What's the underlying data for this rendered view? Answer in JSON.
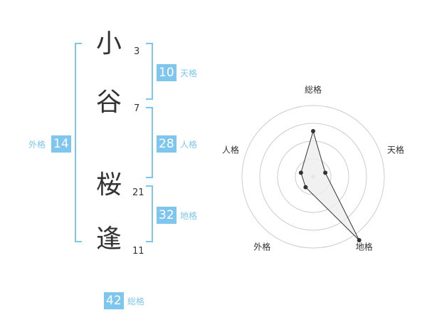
{
  "name": {
    "characters": [
      {
        "char": "小",
        "strokes": "3"
      },
      {
        "char": "谷",
        "strokes": "7"
      },
      {
        "char": "桜",
        "strokes": "21"
      },
      {
        "char": "逢",
        "strokes": "11"
      }
    ]
  },
  "fortune": {
    "tenkaku": {
      "label": "天格",
      "value": "10"
    },
    "jinkaku": {
      "label": "人格",
      "value": "28"
    },
    "chikaku": {
      "label": "地格",
      "value": "32"
    },
    "gaikaku": {
      "label": "外格",
      "value": "14"
    },
    "soukaku": {
      "label": "総格",
      "value": "42"
    }
  },
  "chart_data": {
    "type": "radar",
    "axes": [
      "総格",
      "天格",
      "地格",
      "外格",
      "人格"
    ],
    "values": [
      3,
      1,
      5,
      1,
      1
    ],
    "rmax": 5,
    "rings": 4,
    "colors": {
      "accent": "#7fc6ee",
      "line": "#333333",
      "fill": "#eeeeee",
      "grid": "#cccccc"
    }
  }
}
